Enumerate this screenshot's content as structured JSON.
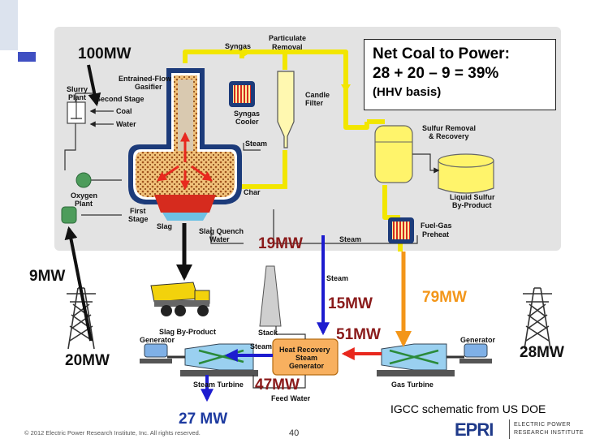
{
  "colors": {
    "syngas_yellow": "#f2e600",
    "panel_gray": "#e3e3e3",
    "black_arrow": "#111111",
    "blue_arrow": "#1d1ccf",
    "orange_arrow": "#f39619",
    "red_arrow": "#e8281e",
    "mw_dark_red": "#8a1a1a",
    "mw_orange": "#f39619",
    "mw_blue": "#1d3aa0"
  },
  "labels": {
    "syngas": "Syngas",
    "particulate_removal_1": "Particulate",
    "particulate_removal_2": "Removal",
    "slurry_plant_1": "Slurry",
    "slurry_plant_2": "Plant",
    "coal": "Coal",
    "water": "Water",
    "second_stage": "Second Stage",
    "gasifier_1": "Entrained-Flow",
    "gasifier_2": "Gasifier",
    "candle_filter_1": "Candle",
    "candle_filter_2": "Filter",
    "syngas_cooler_1": "Syngas",
    "syngas_cooler_2": "Cooler",
    "steam_a": "Steam",
    "char": "Char",
    "oxygen_plant_1": "Oxygen",
    "oxygen_plant_2": "Plant",
    "first_stage_1": "First",
    "first_stage_2": "Stage",
    "slag": "Slag",
    "slag_quench_1": "Slag Quench",
    "slag_quench_2": "Water",
    "sulfur_removal_1": "Sulfur Removal",
    "sulfur_removal_2": "& Recovery",
    "liquid_sulfur_1": "Liquid Sulfur",
    "liquid_sulfur_2": "By-Product",
    "fuel_gas_1": "Fuel-Gas",
    "fuel_gas_2": "Preheat",
    "steam_b": "Steam",
    "steam_c": "Steam",
    "slag_byproduct": "Slag By-Product",
    "stack": "Stack",
    "generator_left": "Generator",
    "generator_right": "Generator",
    "steam_d": "Steam",
    "hrsg_1": "Heat Recovery",
    "hrsg_2": "Steam",
    "hrsg_3": "Generator",
    "steam_turbine": "Steam Turbine",
    "gas_turbine": "Gas Turbine",
    "feed_water": "Feed Water"
  },
  "mw_labels": {
    "coal_in": "100MW",
    "aux_9": "9MW",
    "aux_20": "20MW",
    "steam_19": "19MW",
    "steam_15": "15MW",
    "fuel_79": "79MW",
    "exhaust_51": "51MW",
    "gas_turbine_28": "28MW",
    "feed_47": "47MW",
    "steam_turbine_27": "27 MW"
  },
  "net_box": {
    "line1": "Net Coal to Power:",
    "line2": "28 + 20 – 9 = 39%",
    "line3": "(HHV basis)"
  },
  "caption": "IGCC schematic from US DOE",
  "footer": {
    "copyright": "© 2012 Electric Power Research Institute, Inc. All rights reserved.",
    "page_number": "40"
  },
  "logo": {
    "mark": "EPRI",
    "line1": "ELECTRIC POWER",
    "line2": "RESEARCH INSTITUTE"
  }
}
